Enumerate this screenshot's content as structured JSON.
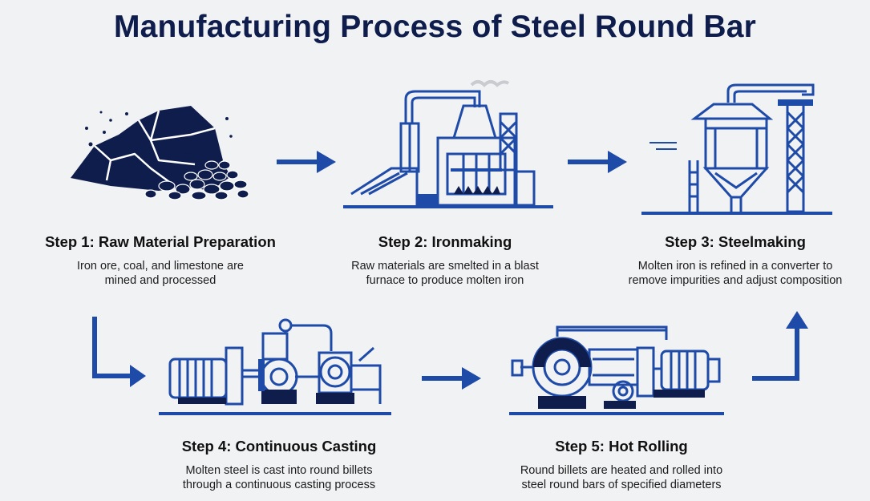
{
  "title": "Manufacturing Process of Steel Round Bar",
  "colors": {
    "navy": "#0f1d4d",
    "blue": "#1e4aa8",
    "bg": "#f1f2f4"
  },
  "steps": [
    {
      "title": "Step 1: Raw Material Preparation",
      "desc": [
        "Iron ore, coal, and limestone are",
        "mined and processed"
      ],
      "icon": "ore-pile-icon"
    },
    {
      "title": "Step 2: Ironmaking",
      "desc": [
        "Raw materials are smelted in a blast",
        "furnace to produce molten iron"
      ],
      "icon": "blast-furnace-icon"
    },
    {
      "title": "Step 3: Steelmaking",
      "desc": [
        "Molten iron is refined in a converter to",
        "remove impurities and adjust composition"
      ],
      "icon": "converter-icon"
    },
    {
      "title": "Step 4: Continuous Casting",
      "desc": [
        "Molten steel is cast into round billets",
        "through a continuous casting process"
      ],
      "icon": "casting-machine-icon"
    },
    {
      "title": "Step 5: Hot Rolling",
      "desc": [
        "Round billets are heated and rolled into",
        "steel round bars of specified diameters"
      ],
      "icon": "rolling-mill-icon"
    }
  ]
}
